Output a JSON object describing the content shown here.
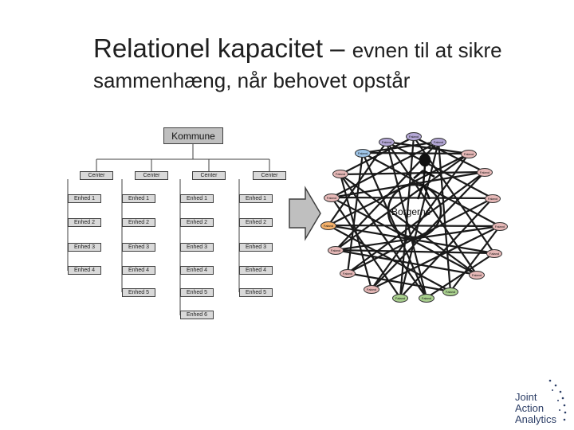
{
  "title": {
    "main": "Relationel kapacitet – ",
    "rest": "evnen til at sikre",
    "line2": "sammenhæng, når behovet opstår"
  },
  "org": {
    "kommune": "Kommune",
    "center": "Center",
    "units": [
      "Enhed 1",
      "Enhed 2",
      "Enhed 3",
      "Enhed 4",
      "Enhed 5",
      "Enhed 6"
    ]
  },
  "network": {
    "node_label": "Faland",
    "hub_label": "Borgerne",
    "colors": {
      "purple": "#b4a7d6",
      "blue": "#9fc5e8",
      "red": "#e6b8b7",
      "orange": "#f6b26b",
      "green": "#a9d08e"
    }
  },
  "logo": {
    "line1": "Joint",
    "line2": "Action",
    "line3": "Analytics",
    "color": "#2c3e66"
  }
}
